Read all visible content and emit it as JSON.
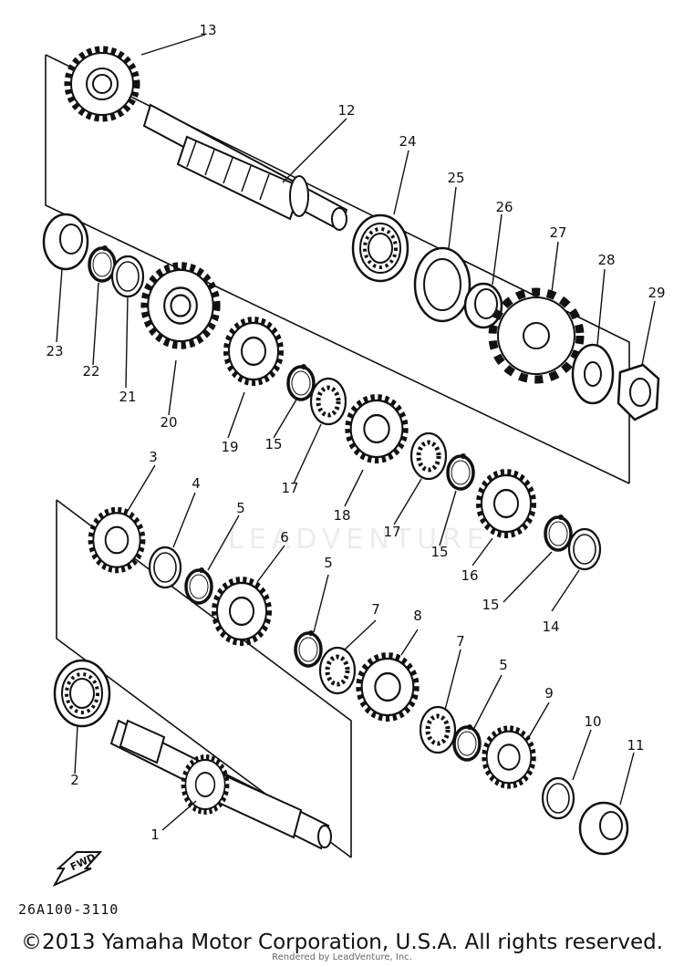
{
  "drawing_code": "26A100-3110",
  "copyright": "©2013 Yamaha Motor Corporation, U.S.A. All rights reserved.",
  "rendered_note": "Rendered by LeadVenture, Inc.",
  "watermark": "LEADVENTURE",
  "fwd_label": "FWD",
  "colors": {
    "ink": "#111111",
    "paper": "#ffffff"
  },
  "parts": [
    {
      "id": "p1",
      "label": "1"
    },
    {
      "id": "p2",
      "label": "2"
    },
    {
      "id": "p3",
      "label": "3"
    },
    {
      "id": "p4",
      "label": "4"
    },
    {
      "id": "p5a",
      "label": "5"
    },
    {
      "id": "p5b",
      "label": "5"
    },
    {
      "id": "p5c",
      "label": "5"
    },
    {
      "id": "p6",
      "label": "6"
    },
    {
      "id": "p7a",
      "label": "7"
    },
    {
      "id": "p7b",
      "label": "7"
    },
    {
      "id": "p8",
      "label": "8"
    },
    {
      "id": "p9",
      "label": "9"
    },
    {
      "id": "p10",
      "label": "10"
    },
    {
      "id": "p11",
      "label": "11"
    },
    {
      "id": "p12",
      "label": "12"
    },
    {
      "id": "p13",
      "label": "13"
    },
    {
      "id": "p14",
      "label": "14"
    },
    {
      "id": "p15a",
      "label": "15"
    },
    {
      "id": "p15b",
      "label": "15"
    },
    {
      "id": "p15c",
      "label": "15"
    },
    {
      "id": "p16",
      "label": "16"
    },
    {
      "id": "p17a",
      "label": "17"
    },
    {
      "id": "p17b",
      "label": "17"
    },
    {
      "id": "p18",
      "label": "18"
    },
    {
      "id": "p19",
      "label": "19"
    },
    {
      "id": "p20",
      "label": "20"
    },
    {
      "id": "p21",
      "label": "21"
    },
    {
      "id": "p22",
      "label": "22"
    },
    {
      "id": "p23",
      "label": "23"
    },
    {
      "id": "p24",
      "label": "24"
    },
    {
      "id": "p25",
      "label": "25"
    },
    {
      "id": "p26",
      "label": "26"
    },
    {
      "id": "p27",
      "label": "27"
    },
    {
      "id": "p28",
      "label": "28"
    },
    {
      "id": "p29",
      "label": "29"
    }
  ]
}
